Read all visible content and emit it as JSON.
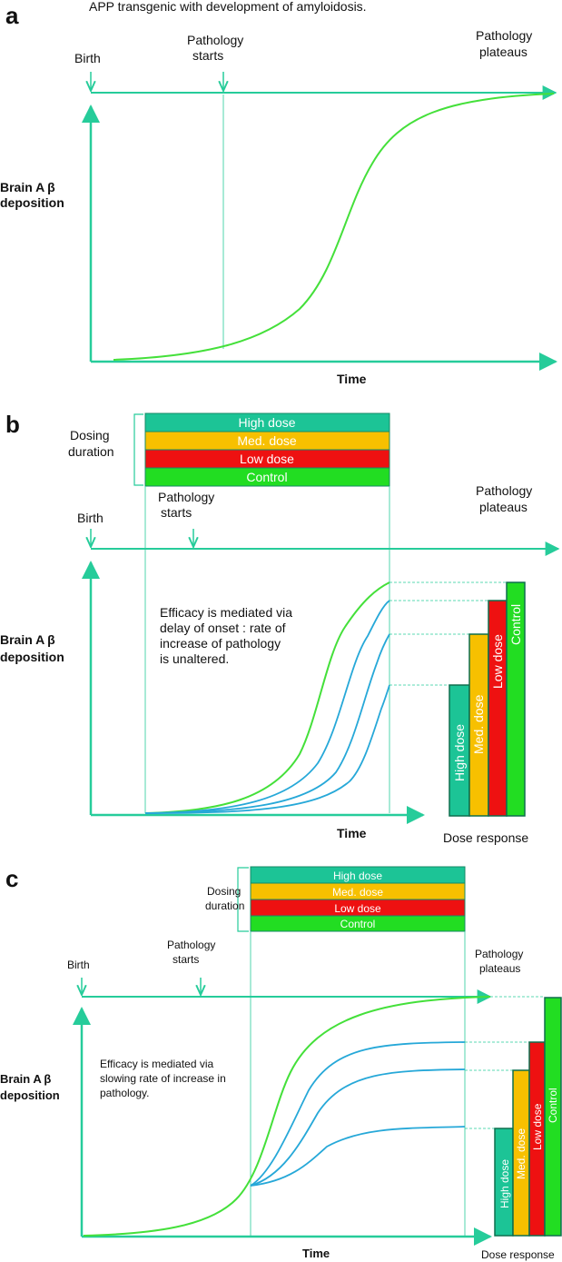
{
  "header_text": "APP transgenic with development of amyloidosis.",
  "colors": {
    "axis": "#26cc9a",
    "sigmoid": "#44e03a",
    "dose_curve": "#26a8d8",
    "high": "#1cc496",
    "med": "#f7c000",
    "low": "#ee1111",
    "control": "#22dd22"
  },
  "panel_a": {
    "letter": "a",
    "birth": "Birth",
    "pathology_starts": [
      "Pathology",
      "starts"
    ],
    "pathology_plateaus": [
      "Pathology",
      "plateaus"
    ],
    "ylabel": [
      "Brain A β",
      "deposition"
    ],
    "xlabel": "Time"
  },
  "panel_b": {
    "letter": "b",
    "dosing": [
      "Dosing",
      "duration"
    ],
    "doses": [
      "High dose",
      "Med. dose",
      "Low dose",
      "Control"
    ],
    "birth": "Birth",
    "pathology_starts": [
      "Pathology",
      "starts"
    ],
    "pathology_plateaus": [
      "Pathology",
      "plateaus"
    ],
    "ylabel": [
      "Brain A β",
      "deposition"
    ],
    "xlabel": "Time",
    "note": [
      "Efficacy is mediated via",
      "delay of onset : rate of",
      "increase of pathology",
      "is unaltered."
    ],
    "dose_response": "Dose response",
    "bars": [
      "High dose",
      "Med. dose",
      "Low dose",
      "Control"
    ]
  },
  "panel_c": {
    "letter": "c",
    "dosing": [
      "Dosing",
      "duration"
    ],
    "doses": [
      "High dose",
      "Med. dose",
      "Low dose",
      "Control"
    ],
    "birth": "Birth",
    "pathology_starts": [
      "Pathology",
      "starts"
    ],
    "pathology_plateaus": [
      "Pathology",
      "plateaus"
    ],
    "ylabel": [
      "Brain A β",
      "deposition"
    ],
    "xlabel": "Time",
    "note": [
      "Efficacy is mediated via",
      "slowing rate of increase in",
      "pathology."
    ],
    "dose_response": "Dose response",
    "bars": [
      "High dose",
      "Med. dose",
      "Low dose",
      "Control"
    ]
  }
}
